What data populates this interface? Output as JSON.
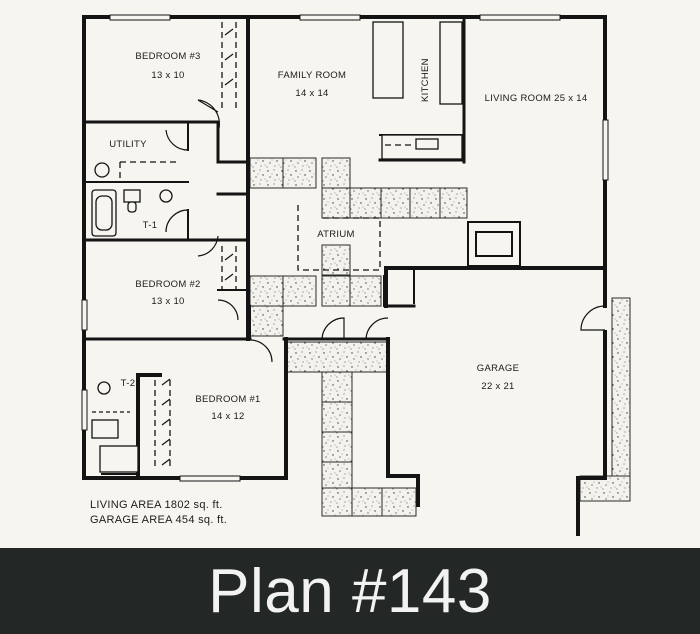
{
  "rooms": {
    "bedroom3": {
      "name": "BEDROOM #3",
      "size": "13 x 10"
    },
    "family_room": {
      "name": "FAMILY ROOM",
      "size": "14 x 14"
    },
    "kitchen": {
      "name": "KITCHEN"
    },
    "living_room": {
      "name": "LIVING ROOM 25 x 14"
    },
    "utility": {
      "name": "UTILITY"
    },
    "bath1": {
      "name": "T-1"
    },
    "atrium": {
      "name": "ATRIUM"
    },
    "bedroom2": {
      "name": "BEDROOM #2",
      "size": "13 x 10"
    },
    "bath2": {
      "name": "T-2"
    },
    "bedroom1": {
      "name": "BEDROOM #1",
      "size": "14 x 12"
    },
    "garage": {
      "name": "GARAGE",
      "size": "22 x 21"
    }
  },
  "areas": {
    "living": "LIVING AREA 1802 sq. ft.",
    "garage": "GARAGE AREA 454 sq. ft."
  },
  "footer": {
    "title": "Plan #143"
  },
  "colors": {
    "wall": "#141414",
    "footer_bg": "#232725",
    "footer_text": "#f2f2f2",
    "paper": "#f6f5f0"
  }
}
